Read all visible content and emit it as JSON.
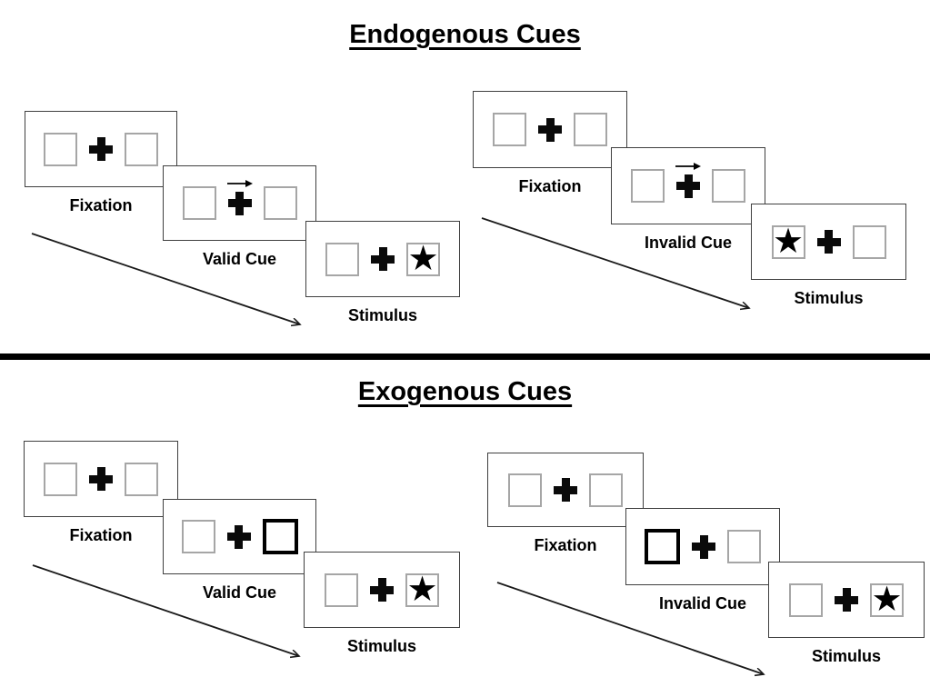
{
  "colors": {
    "background": "#ffffff",
    "panel_border": "#3f3f3f",
    "placeholder_box_border": "#a6a6a6",
    "exogenous_cue_box_border": "#000000",
    "ink": "#000000"
  },
  "icons": {
    "target_star": "★",
    "fixation_cross": "+",
    "cue_direction_arrow": "→",
    "timeline_arrow": "↘"
  },
  "sections": [
    {
      "title": "Endogenous Cues",
      "groups": [
        {
          "name": "valid-trial-sequence",
          "cue_type": "central arrow pointing right",
          "target_side": "right",
          "panels": [
            {
              "label": "Fixation"
            },
            {
              "label": "Valid Cue"
            },
            {
              "label": "Stimulus"
            }
          ]
        },
        {
          "name": "invalid-trial-sequence",
          "cue_type": "central arrow pointing right",
          "target_side": "left",
          "panels": [
            {
              "label": "Fixation"
            },
            {
              "label": "Invalid Cue"
            },
            {
              "label": "Stimulus"
            }
          ]
        }
      ]
    },
    {
      "title": "Exogenous Cues",
      "groups": [
        {
          "name": "valid-trial-sequence",
          "cue_type": "right box brightened",
          "target_side": "right",
          "panels": [
            {
              "label": "Fixation"
            },
            {
              "label": "Valid Cue"
            },
            {
              "label": "Stimulus"
            }
          ]
        },
        {
          "name": "invalid-trial-sequence",
          "cue_type": "left box brightened",
          "target_side": "right",
          "panels": [
            {
              "label": "Fixation"
            },
            {
              "label": "Invalid Cue"
            },
            {
              "label": "Stimulus"
            }
          ]
        }
      ]
    }
  ]
}
